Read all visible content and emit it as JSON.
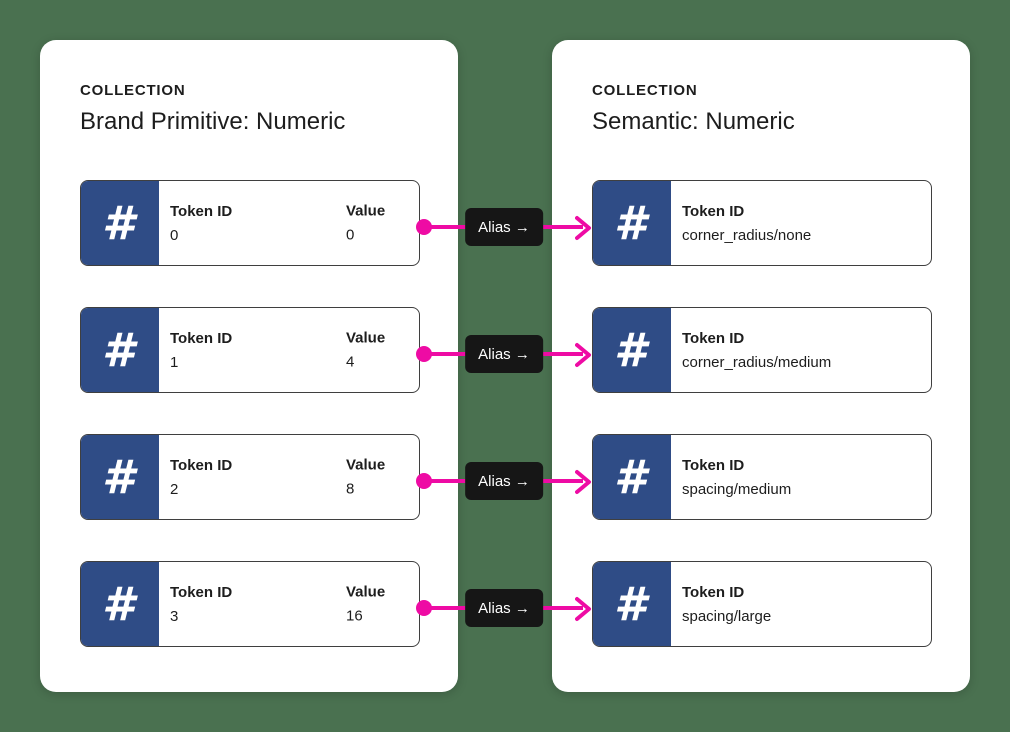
{
  "colors": {
    "background": "#4A7150",
    "panel": "#FFFFFF",
    "token_block_blue": "#2F4C86",
    "alias_pink": "#EE0BA4",
    "badge_black": "#161616",
    "row_border": "#3F3F3F",
    "text": "#1D1D1D"
  },
  "icons": {
    "hash": "#"
  },
  "left_panel": {
    "eyebrow": "COLLECTION",
    "title": "Brand Primitive: Numeric",
    "rows": [
      {
        "token_id_label": "Token ID",
        "token_id": "0",
        "value_label": "Value",
        "value": "0"
      },
      {
        "token_id_label": "Token ID",
        "token_id": "1",
        "value_label": "Value",
        "value": "4"
      },
      {
        "token_id_label": "Token ID",
        "token_id": "2",
        "value_label": "Value",
        "value": "8"
      },
      {
        "token_id_label": "Token ID",
        "token_id": "3",
        "value_label": "Value",
        "value": "16"
      }
    ]
  },
  "right_panel": {
    "eyebrow": "COLLECTION",
    "title": "Semantic: Numeric",
    "rows": [
      {
        "token_id_label": "Token ID",
        "token_id": "corner_radius/none"
      },
      {
        "token_id_label": "Token ID",
        "token_id": "corner_radius/medium"
      },
      {
        "token_id_label": "Token ID",
        "token_id": "spacing/medium"
      },
      {
        "token_id_label": "Token ID",
        "token_id": "spacing/large"
      }
    ]
  },
  "connectors": {
    "alias_label": "Alias →"
  }
}
